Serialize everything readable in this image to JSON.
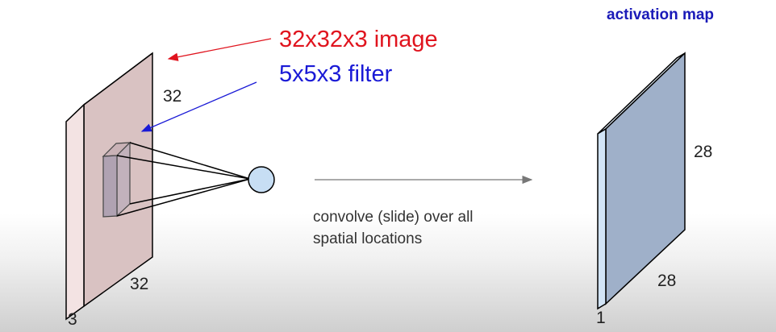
{
  "labels": {
    "image": "32x32x3 image",
    "filter": "5x5x3 filter",
    "activation_map": "activation map",
    "convolve_line1": "convolve (slide) over all",
    "convolve_line2": "spatial locations",
    "input_height": "32",
    "input_width": "32",
    "input_depth": "3",
    "output_height": "28",
    "output_width": "28",
    "output_depth": "1"
  },
  "colors": {
    "image_label": "#e0141e",
    "filter_label": "#1a1ad6",
    "activation_label": "#1a1ab8",
    "volume_face": "#d9c2c2",
    "volume_side": "#f3e3e3",
    "activation_face": "#9fb0c9",
    "activation_side": "#d2e4f6",
    "neuron": "#c7def4"
  }
}
